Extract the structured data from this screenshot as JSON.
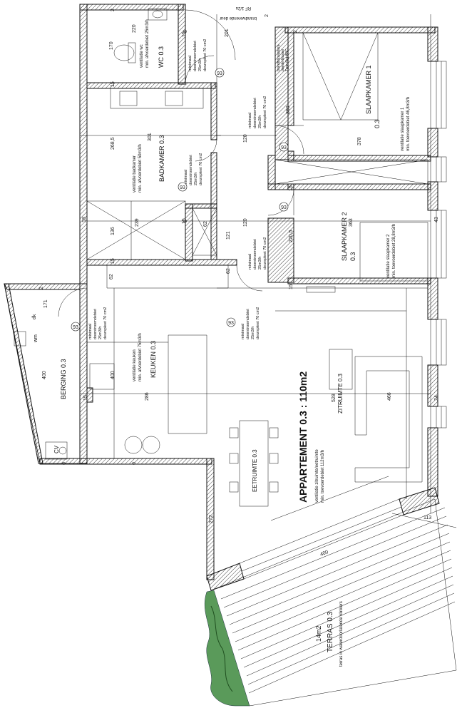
{
  "apartment": {
    "title": "APPARTEMENT 0.3 : 110m2"
  },
  "rooms": {
    "wc": {
      "name": "WC 0.3",
      "vent": "ventilatie wc",
      "vent_rate": "min. afvoerdebiet 25m3/h"
    },
    "badkamer": {
      "name": "BADKAMER 0.3",
      "vent": "ventilatie badkamer",
      "vent_rate": "min. afvoerdebiet 50m3/h"
    },
    "keuken": {
      "name": "KEUKEN 0.3",
      "vent": "ventilatie keuken",
      "vent_rate": "min. afvoerdebiet 75m3/h"
    },
    "berging": {
      "name": "BERGING 0.3"
    },
    "slaapkamer1": {
      "name": "SLAAPKAMER 1",
      "sub": "0.3",
      "vent": "ventilatie slaapkamer 1",
      "vent_rate": "min. toevoerdebiet 46,8m3/h"
    },
    "slaapkamer2": {
      "name": "SLAAPKAMER 2",
      "sub": "0.3",
      "vent": "ventilatie slaapkamer 2",
      "vent_rate": "min. toevoerdebiet 28,8m3/h"
    },
    "zit": {
      "name": "ZITRUIMTE 0.3",
      "vent": "ventilatie zitruimte/eetruimte",
      "vent_rate": "min. toevoerdebiet 112m3/h"
    },
    "eet": {
      "name": "EETRUIMTE  0.3"
    },
    "terras": {
      "name": "TERRAS 0.3",
      "area": "14m2",
      "material": "terras in waterdoorlatende klinkers"
    }
  },
  "notes": {
    "door_fire_1": "RF 1/2u",
    "door_fire_2": "brandwerende deur",
    "extinguisher_1": "brandblusappara",
    "extinguisher_2": "poederblusser",
    "extinguisher_3": "Type 6kg ABC",
    "flow_1": "minimaal",
    "flow_2": "doorstroomdebiet",
    "flow_3": "25m3/h",
    "flow_4": "deurspleet 70 cm2",
    "cv": "CV",
    "dk": "dk",
    "wm": "wm",
    "badge": "93"
  },
  "dims": {
    "d2a": "2",
    "d2b": "2",
    "d2c": "2",
    "d220": "220",
    "d170": "170",
    "d15a": "15",
    "d201": "201",
    "d15b": "15",
    "d301": "301",
    "d268": "268,5",
    "d120a": "120",
    "d360": "360",
    "d378": "378",
    "d136": "136",
    "d239": "239",
    "d62a": "62",
    "d121": "121",
    "d120b": "120",
    "d363": "363",
    "d2205": "220,5",
    "d43": "43",
    "d62b": "62",
    "d62c": "62",
    "d15c": "15",
    "d15d": "15",
    "d15e": "15",
    "d15f": "15",
    "d15g": "15",
    "d2d": "2",
    "d171": "171",
    "d400a": "400",
    "d400b": "400",
    "d286": "286",
    "d528": "528",
    "d466": "466",
    "d24": "24",
    "d0a": "0",
    "d0b": "0",
    "d272": "272",
    "d113": "113",
    "d400c": "400",
    "d18": "18",
    "d8": "8",
    "d5": "5"
  }
}
